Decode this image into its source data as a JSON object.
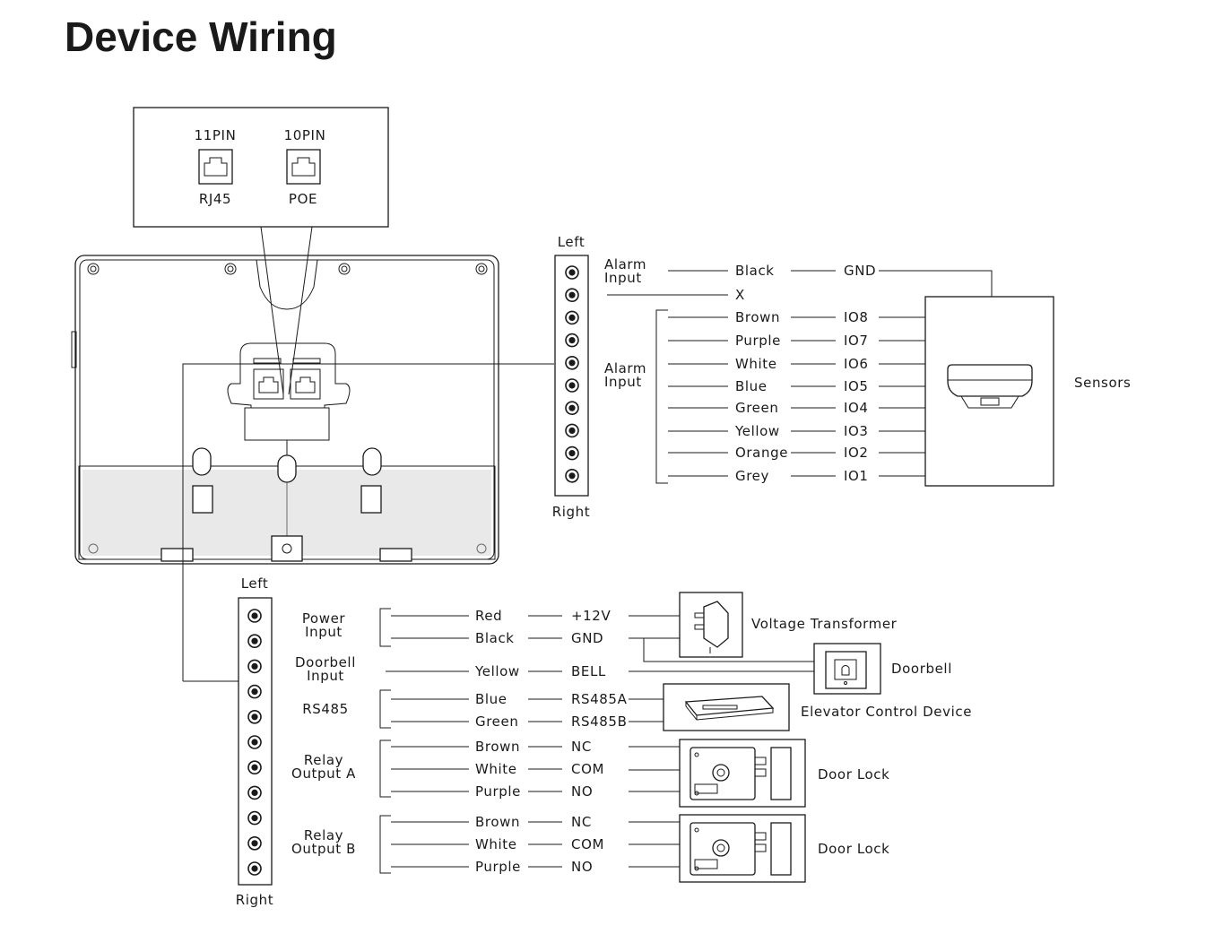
{
  "title": "Device Wiring",
  "ports": {
    "pin11": "11PIN",
    "pin10": "10PIN",
    "rj45": "RJ45",
    "poe": "POE"
  },
  "top_block": {
    "left": "Left",
    "right": "Right",
    "alarm_input_1": [
      "Alarm",
      "Input"
    ],
    "alarm_input_2": [
      "Alarm",
      "Input"
    ],
    "wires": [
      {
        "color": "Black",
        "signal": "GND"
      },
      {
        "color": "X",
        "signal": ""
      },
      {
        "color": "Brown",
        "signal": "IO8"
      },
      {
        "color": "Purple",
        "signal": "IO7"
      },
      {
        "color": "White",
        "signal": "IO6"
      },
      {
        "color": "Blue",
        "signal": "IO5"
      },
      {
        "color": "Green",
        "signal": "IO4"
      },
      {
        "color": "Yellow",
        "signal": "IO3"
      },
      {
        "color": "Orange",
        "signal": "IO2"
      },
      {
        "color": "Grey",
        "signal": "IO1"
      }
    ],
    "device": "Sensors"
  },
  "bottom_block": {
    "left": "Left",
    "right": "Right",
    "groups": {
      "power": [
        "Power",
        "Input"
      ],
      "doorbell": [
        "Doorbell",
        "Input"
      ],
      "rs485": "RS485",
      "relay_a": [
        "Relay",
        "Output A"
      ],
      "relay_b": [
        "Relay",
        "Output B"
      ]
    },
    "wires": [
      {
        "color": "Red",
        "signal": "+12V"
      },
      {
        "color": "Black",
        "signal": "GND"
      },
      {
        "color": "Yellow",
        "signal": "BELL"
      },
      {
        "color": "Blue",
        "signal": "RS485A"
      },
      {
        "color": "Green",
        "signal": "RS485B"
      },
      {
        "color": "Brown",
        "signal": "NC"
      },
      {
        "color": "White",
        "signal": "COM"
      },
      {
        "color": "Purple",
        "signal": "NO"
      },
      {
        "color": "Brown",
        "signal": "NC"
      },
      {
        "color": "White",
        "signal": "COM"
      },
      {
        "color": "Purple",
        "signal": "NO"
      }
    ],
    "devices": {
      "transformer": "Voltage Transformer",
      "doorbell": "Doorbell",
      "elevator": "Elevator Control Device",
      "door_lock_a": "Door Lock",
      "door_lock_b": "Door Lock"
    }
  },
  "icons": [
    "rj45-port-icon",
    "power-adapter-icon",
    "doorbell-icon",
    "elevator-controller-icon",
    "door-lock-icon",
    "smoke-sensor-icon"
  ]
}
